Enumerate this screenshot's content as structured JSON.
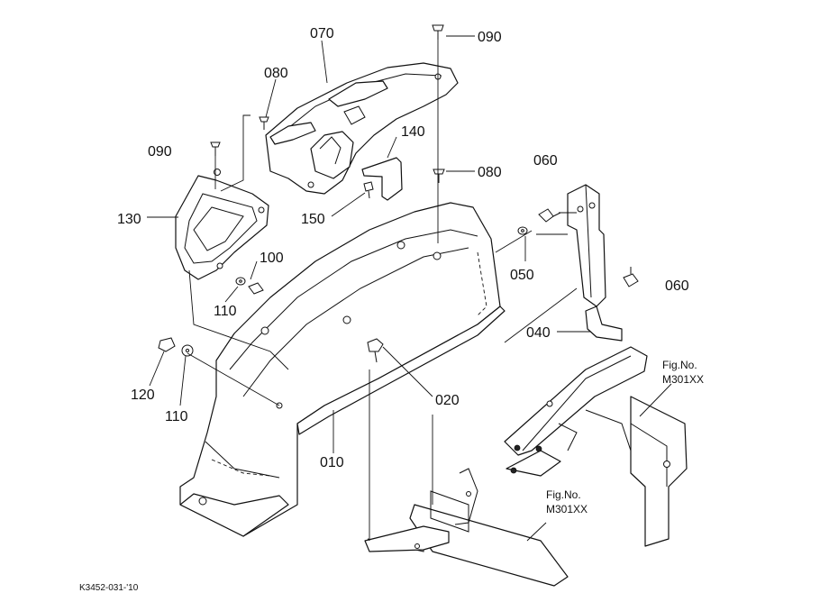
{
  "callouts": {
    "c010": "010",
    "c020": "020",
    "c040": "040",
    "c050": "050",
    "c060a": "060",
    "c060b": "060",
    "c070": "070",
    "c080a": "080",
    "c080b": "080",
    "c090a": "090",
    "c090b": "090",
    "c100": "100",
    "c110a": "110",
    "c110b": "110",
    "c120": "120",
    "c130": "130",
    "c140": "140",
    "c150": "150"
  },
  "fig_refs": {
    "ref1_line1": "Fig.No.",
    "ref1_line2": "M301XX",
    "ref2_line1": "Fig.No.",
    "ref2_line2": "M301XX"
  },
  "drawing_code": "K3452-031-'10"
}
